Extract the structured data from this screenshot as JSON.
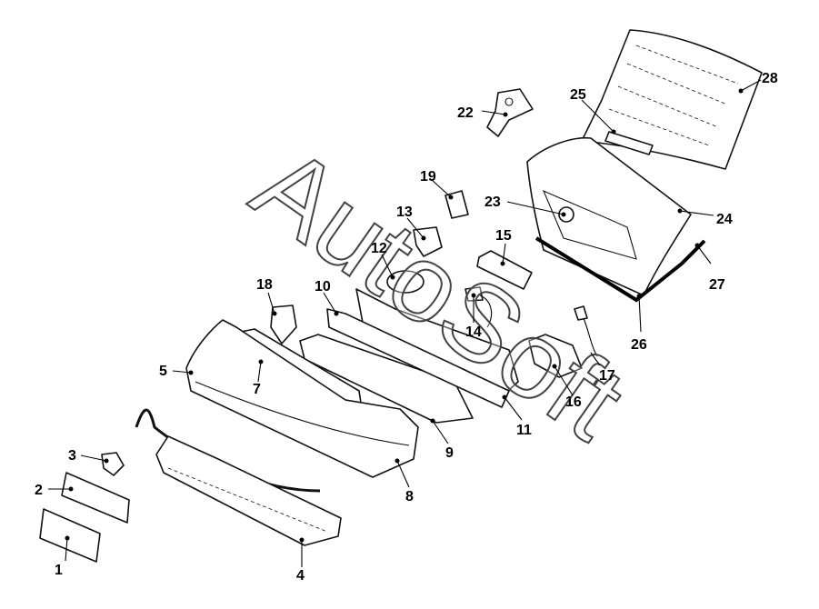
{
  "watermark": "AutoSoft",
  "callouts": [
    "1",
    "2",
    "3",
    "4",
    "5",
    "7",
    "8",
    "9",
    "10",
    "11",
    "12",
    "13",
    "14",
    "15",
    "16",
    "17",
    "18",
    "19",
    "22",
    "23",
    "24",
    "25",
    "26",
    "27",
    "28"
  ]
}
